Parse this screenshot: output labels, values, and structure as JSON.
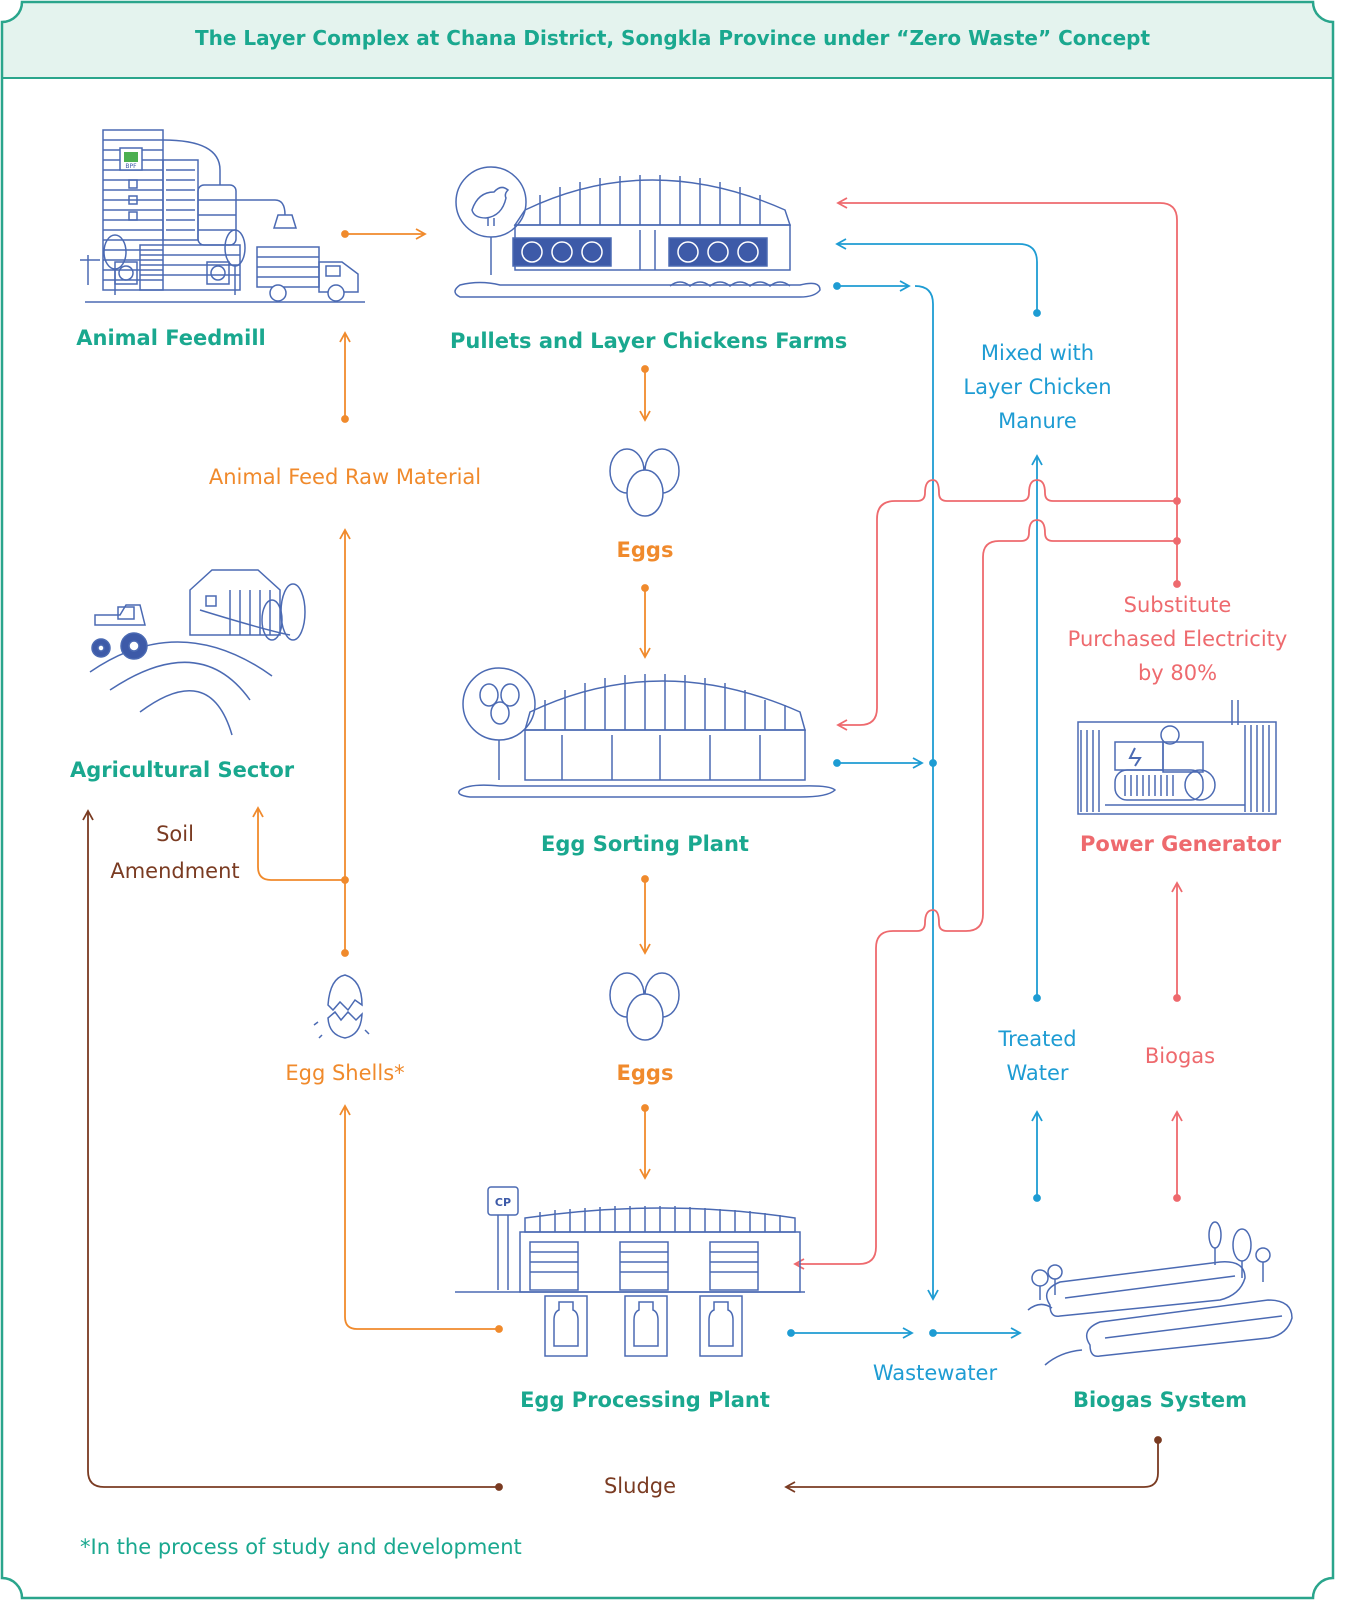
{
  "title": "The Layer Complex at Chana District, Songkla Province under “Zero Waste” Concept",
  "colors": {
    "frame": "#2aa58c",
    "header_bg": "#e4f3ee",
    "teal": "#1aa88f",
    "orange": "#f08a2c",
    "blue": "#1e9cd3",
    "red": "#ee6a6e",
    "brown": "#7a3b22",
    "illustration": "#4b6ab3"
  },
  "nodes": {
    "feedmill": "Animal Feedmill",
    "farms": "Pullets and Layer Chickens Farms",
    "agri": "Agricultural Sector",
    "sorting": "Egg Sorting Plant",
    "processing": "Egg Processing Plant",
    "biogas_system": "Biogas System",
    "power": "Power Generator"
  },
  "flow_labels": {
    "raw_material": "Animal Feed Raw Material",
    "eggs_1": "Eggs",
    "eggs_2": "Eggs",
    "egg_shells": "Egg Shells*",
    "soil_1": "Soil",
    "soil_2": "Amendment",
    "mixed_1": "Mixed with",
    "mixed_2": "Layer Chicken",
    "mixed_3": "Manure",
    "treated_1": "Treated",
    "treated_2": "Water",
    "biogas": "Biogas",
    "substitute_1": "Substitute",
    "substitute_2": "Purchased Electricity",
    "substitute_3": "by 80%",
    "wastewater": "Wastewater",
    "sludge": "Sludge"
  },
  "badges": {
    "feedmill_logo": "BPF",
    "processing_logo": "CP"
  },
  "icons": {
    "feedmill": "feedmill-building-icon",
    "farm": "chicken-house-icon",
    "eggs": "eggs-icon",
    "sorting": "sorting-plant-icon",
    "processing": "processing-plant-icon",
    "biogas": "biogas-digester-icon",
    "power": "generator-icon",
    "agri": "tractor-farm-icon",
    "eggshell": "cracked-egg-icon"
  },
  "footnote": "*In the process of study and development"
}
